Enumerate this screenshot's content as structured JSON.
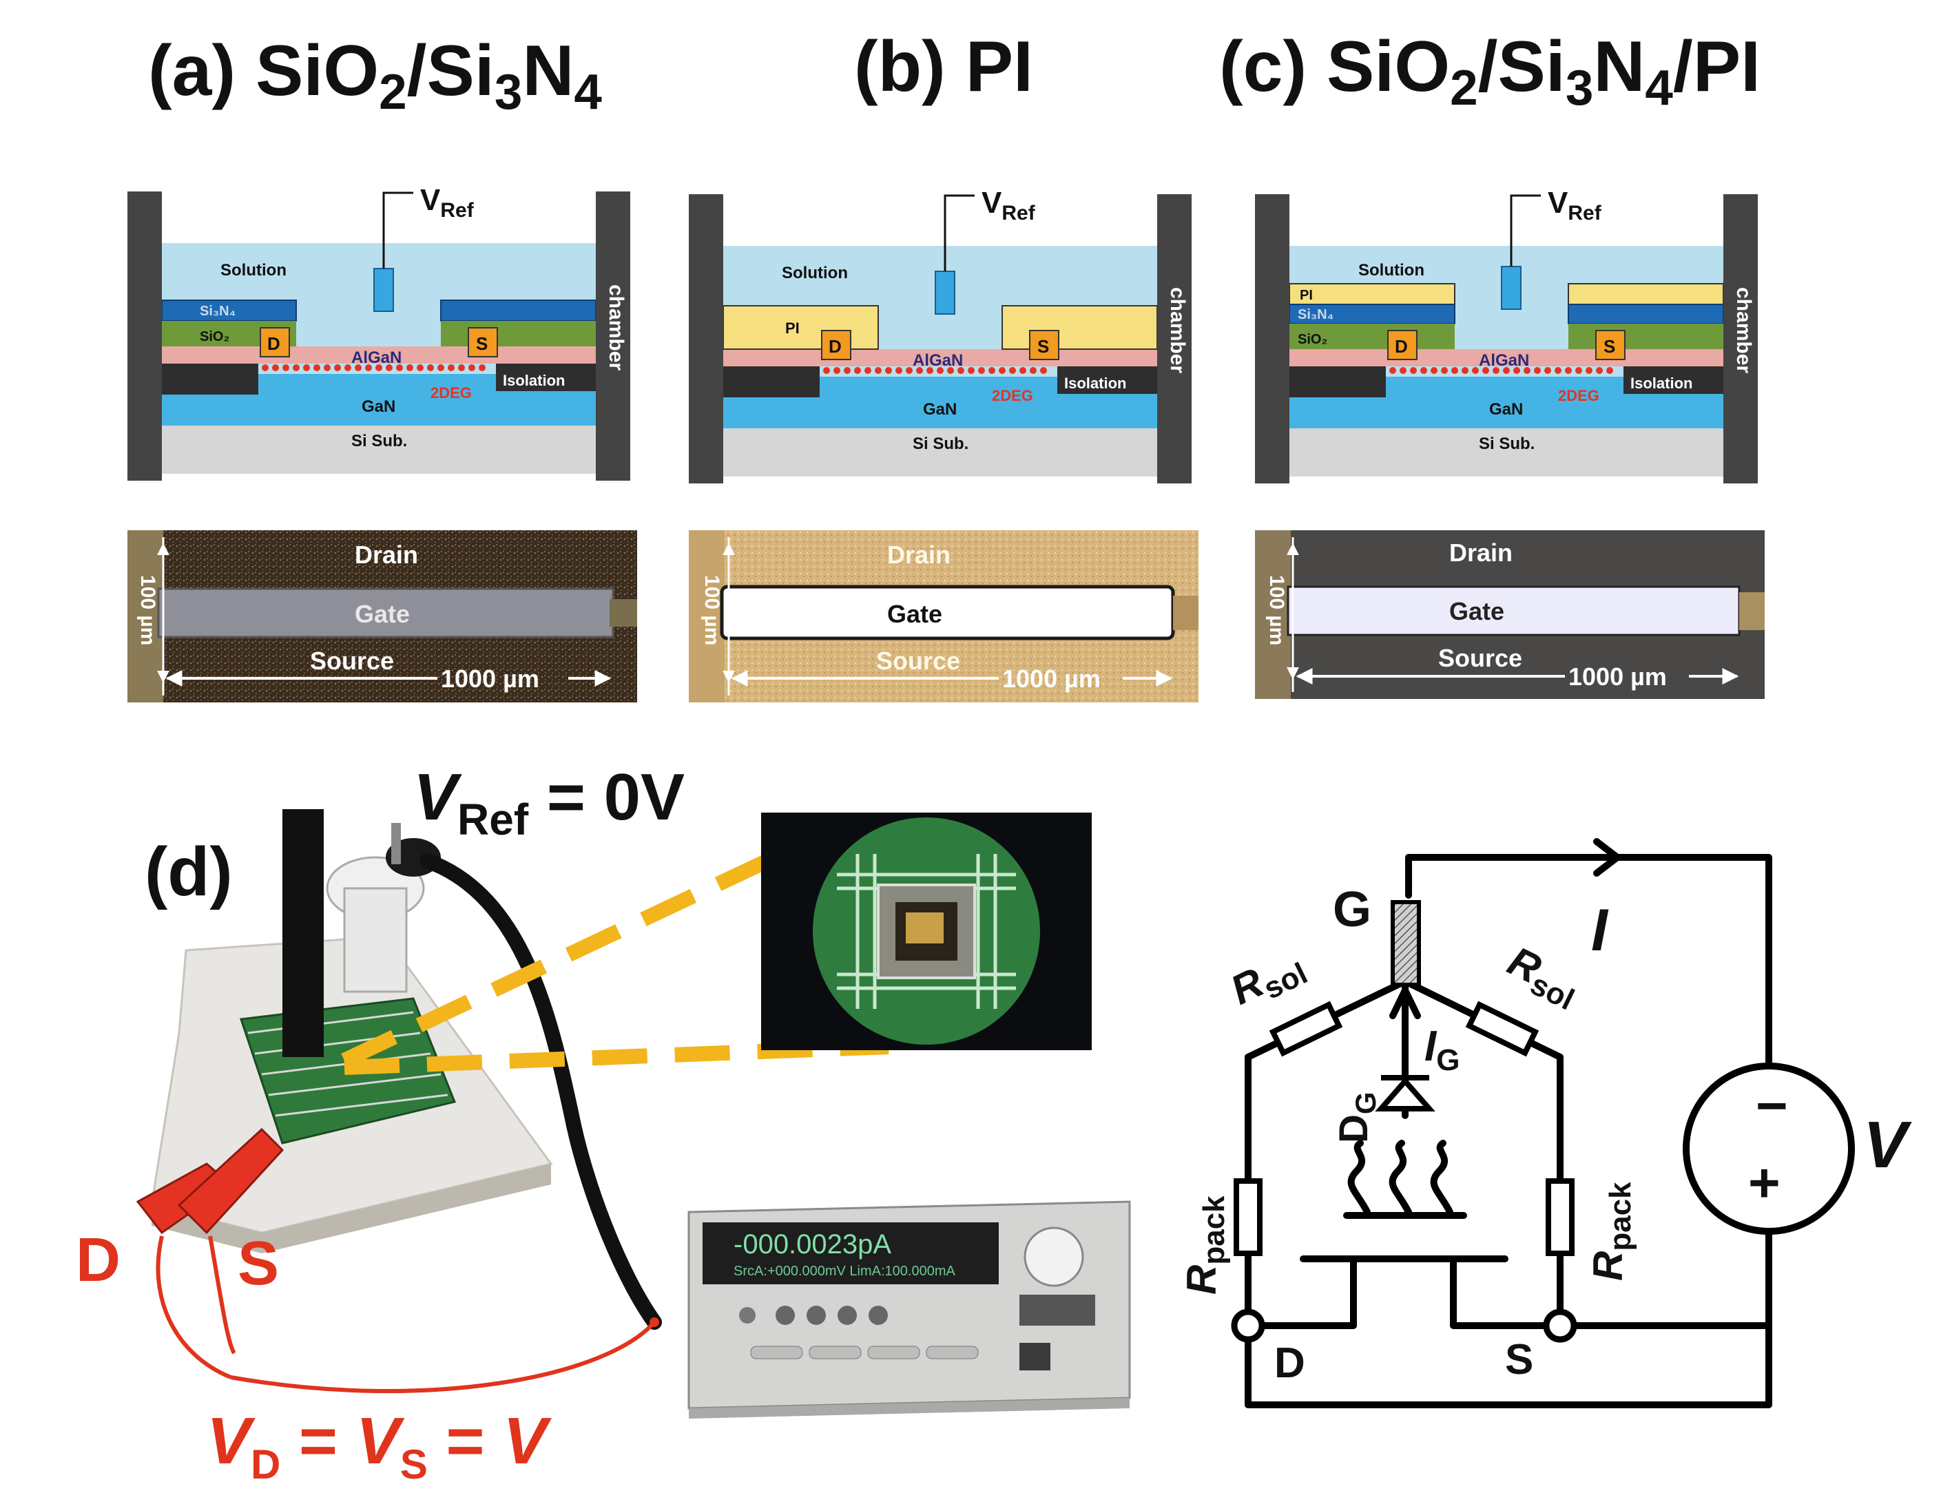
{
  "titles": {
    "a": {
      "prefix": "(a) SiO",
      "s1": "2",
      "mid": "/Si",
      "s2": "3",
      "mid2": "N",
      "s3": "4"
    },
    "b": {
      "text": "(b) PI"
    },
    "c": {
      "prefix": "(c) SiO",
      "s1": "2",
      "mid": "/Si",
      "s2": "3",
      "mid2": "N",
      "s3": "4",
      "suffix": "/PI"
    }
  },
  "cross_section": {
    "vref_main": "V",
    "vref_sub": "Ref",
    "solution": "Solution",
    "si3n4": "Si₃N₄",
    "sio2": "SiO₂",
    "pi": "PI",
    "drain_pad": "D",
    "source_pad": "S",
    "algan": "AlGaN",
    "isolation": "Isolation",
    "twodeg": "2DEG",
    "gan": "GaN",
    "si_sub": "Si Sub.",
    "chamber": "chamber"
  },
  "micrograph": {
    "drain": "Drain",
    "gate": "Gate",
    "source": "Source",
    "width": "100 µm",
    "length": "1000 µm"
  },
  "setup": {
    "panel": "(d)",
    "vref_main": "V",
    "vref_sub": "Ref",
    "vref_eq": " = 0V",
    "d_label": "D",
    "s_label": "S",
    "vd": "V",
    "vd_sub": "D",
    "eq1": " = ",
    "vs": "V",
    "vs_sub": "S",
    "eq2": " = ",
    "v": "V",
    "smu_display_1": "-000.0023pA",
    "smu_display_2": "SrcA:+000.000mV LimA:100.000mA"
  },
  "circuit": {
    "g": "G",
    "i": "I",
    "ig_main": "I",
    "ig_sub": "G",
    "rsol_main": "R",
    "rsol_sub": "sol",
    "rpack_main": "R",
    "rpack_sub": "pack",
    "dg_main": "D",
    "dg_sub": "G",
    "d": "D",
    "s": "S",
    "v": "V",
    "minus": "−",
    "plus": "+"
  },
  "colors": {
    "solution": "#b9dfee",
    "si3n4": "#1f6ab4",
    "sio2": "#6f9a3b",
    "pi": "#f6df7e",
    "algan": "#e9a9a4",
    "gan": "#45b4e4",
    "si_sub": "#d6d6d6",
    "chamber_wall": "#444444",
    "pad": "#f39a21",
    "twodeg": "#e53323",
    "highlight": "#f3b51c",
    "red_wire": "#e0341c"
  }
}
